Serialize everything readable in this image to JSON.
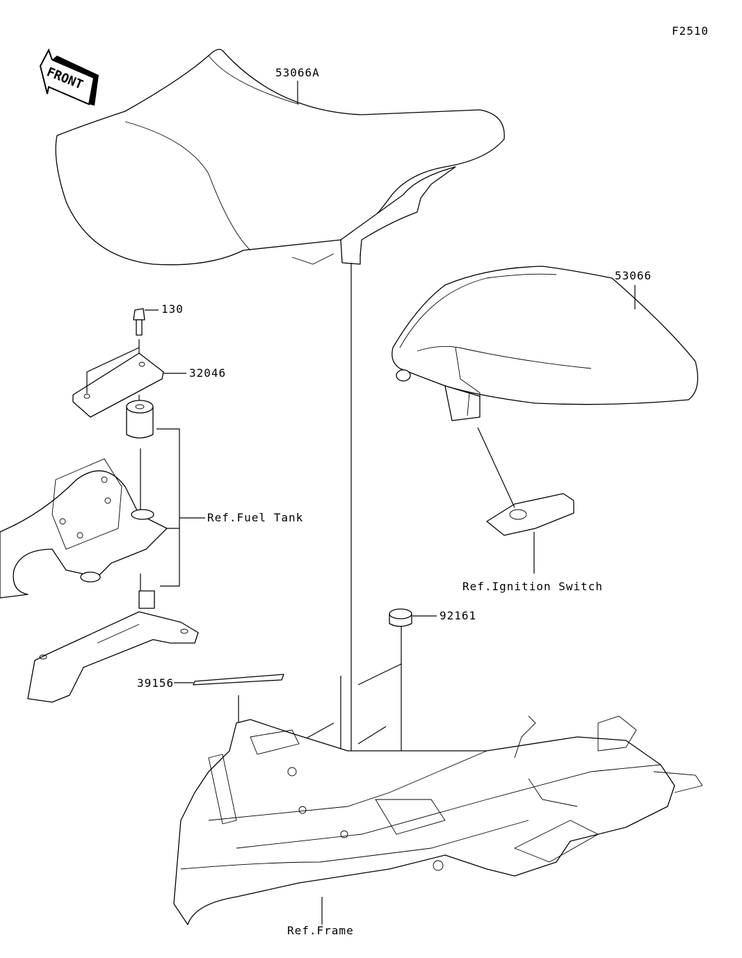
{
  "diagram_code": "F2510",
  "front_arrow": "FRONT",
  "parts": {
    "seat_front": "53066A",
    "seat_rear": "53066",
    "bolt": "130",
    "bracket": "32046",
    "cap": "92161",
    "label_sticker": "39156"
  },
  "references": {
    "fuel_tank": "Ref.Fuel Tank",
    "ignition_switch": "Ref.Ignition Switch",
    "frame": "Ref.Frame"
  }
}
